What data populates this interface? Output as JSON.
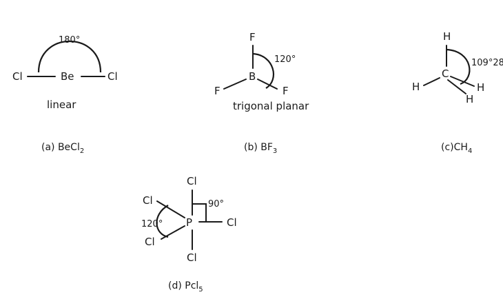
{
  "molecules": {
    "becl2": {
      "atoms": {
        "left": "Cl",
        "center": "Be",
        "right": "Cl"
      },
      "angle": "180°",
      "shape": "linear",
      "caption": {
        "prefix": "(a) BeCl",
        "sub": "2"
      }
    },
    "bf3": {
      "atoms": {
        "top": "F",
        "center": "B",
        "left": "F",
        "right": "F"
      },
      "angle": "120°",
      "shape": "trigonal planar",
      "caption": {
        "prefix": "(b) BF",
        "sub": "3"
      }
    },
    "ch4": {
      "atoms": {
        "top": "H",
        "center": "C",
        "left": "H",
        "right": "H",
        "bottom": "H"
      },
      "angle": "109°28",
      "caption": {
        "prefix": "(c)CH",
        "sub": "4"
      }
    },
    "pcl5": {
      "atoms": {
        "top": "Cl",
        "upper_left": "Cl",
        "center": "P",
        "right": "Cl",
        "lower_left": "Cl",
        "bottom": "Cl"
      },
      "angle_axial": "90°",
      "angle_equatorial": "120°",
      "caption": {
        "prefix": "(d) Pcl",
        "sub": "5"
      }
    }
  }
}
